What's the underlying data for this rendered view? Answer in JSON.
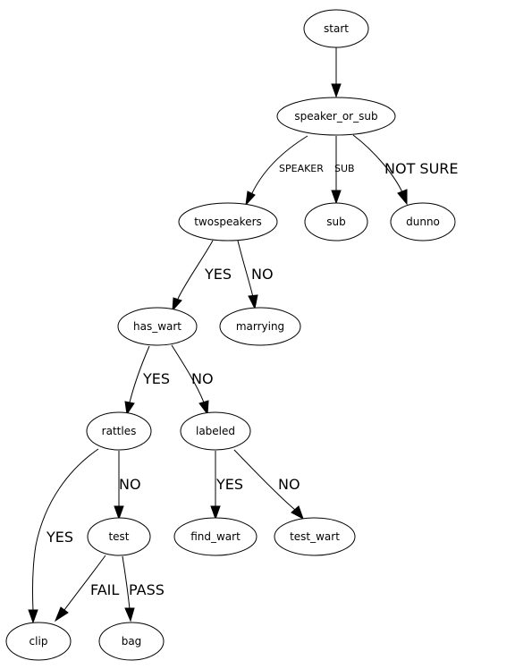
{
  "diagram": {
    "nodes": {
      "start": "start",
      "speaker_or_sub": "speaker_or_sub",
      "twospeakers": "twospeakers",
      "sub": "sub",
      "dunno": "dunno",
      "has_wart": "has_wart",
      "marrying": "marrying",
      "rattles": "rattles",
      "labeled": "labeled",
      "test": "test",
      "find_wart": "find_wart",
      "test_wart": "test_wart",
      "clip": "clip",
      "bag": "bag"
    },
    "edge_labels": {
      "speaker": "SPEAKER",
      "sub": "SUB",
      "not_sure": "NOT SURE",
      "twospeakers_yes": "YES",
      "twospeakers_no": "NO",
      "has_wart_yes": "YES",
      "has_wart_no": "NO",
      "rattles_no": "NO",
      "rattles_yes": "YES",
      "labeled_yes": "YES",
      "labeled_no": "NO",
      "test_fail": "FAIL",
      "test_pass": "PASS"
    }
  }
}
